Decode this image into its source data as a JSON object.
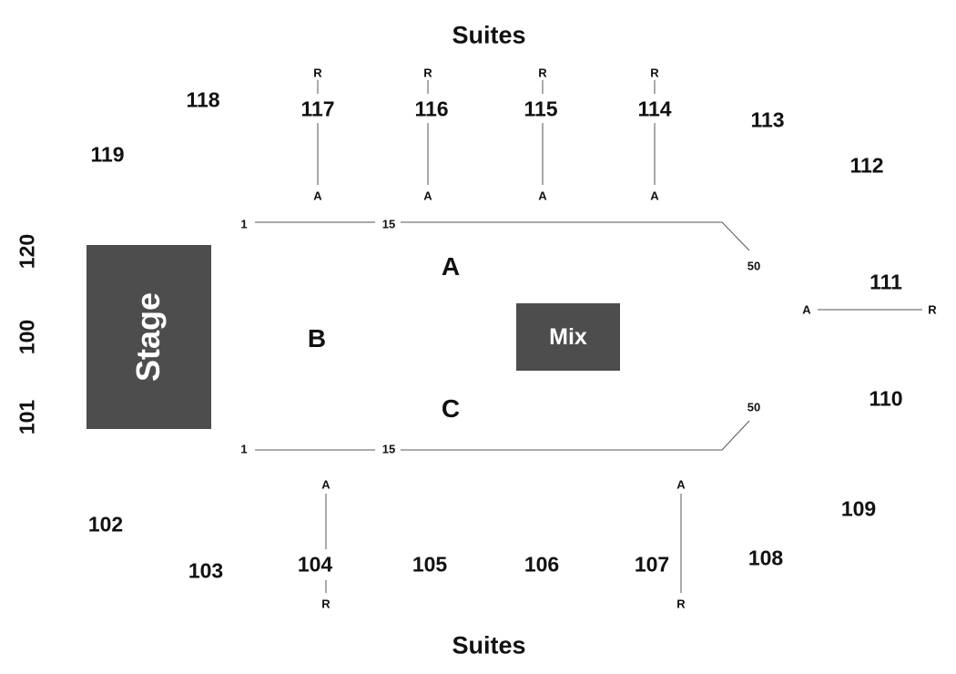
{
  "suites": {
    "top": "Suites",
    "bottom": "Suites"
  },
  "stage": "Stage",
  "mix": "Mix",
  "zones": {
    "a": "A",
    "b": "B",
    "c": "C"
  },
  "sections": {
    "s100": "100",
    "s101": "101",
    "s102": "102",
    "s103": "103",
    "s104": "104",
    "s105": "105",
    "s106": "106",
    "s107": "107",
    "s108": "108",
    "s109": "109",
    "s110": "110",
    "s111": "111",
    "s112": "112",
    "s113": "113",
    "s114": "114",
    "s115": "115",
    "s116": "116",
    "s117": "117",
    "s118": "118",
    "s119": "119",
    "s120": "120"
  },
  "row_markers": {
    "top": {
      "first": "1",
      "mid": "15",
      "end": "50"
    },
    "bottom": {
      "first": "1",
      "mid": "15",
      "end": "50"
    }
  },
  "aisle_ends": {
    "a": "A",
    "r": "R"
  }
}
